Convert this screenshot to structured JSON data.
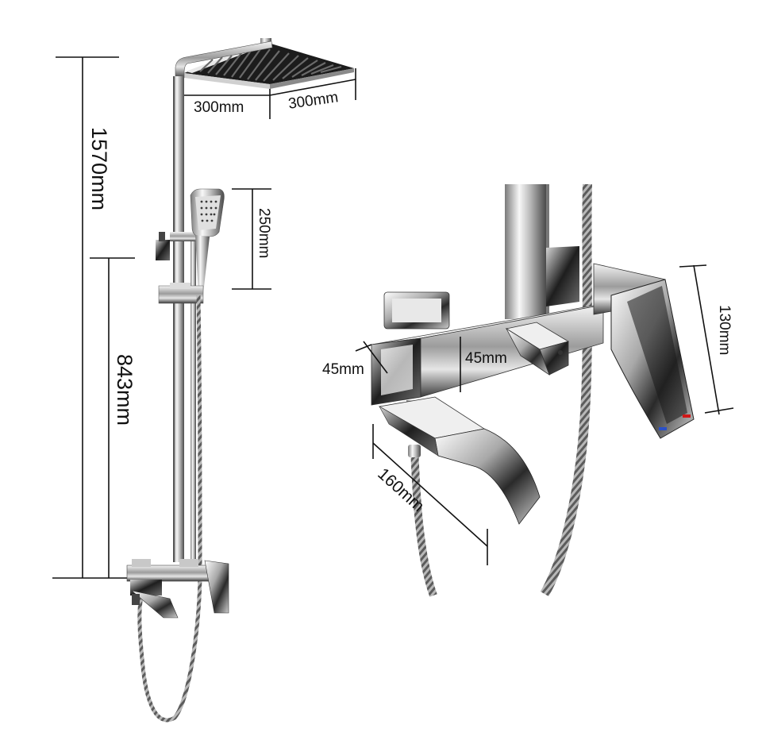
{
  "dimensions": {
    "total_height": "1570mm",
    "valve_height": "843mm",
    "head_width": "300mm",
    "head_depth": "300mm",
    "handheld_length": "250mm",
    "valve_depth": "45mm",
    "valve_body_height": "45mm",
    "handle_height": "130mm",
    "spout_length": "160mm"
  },
  "colors": {
    "chrome_dark": "#1c1c1c",
    "chrome_mid": "#8a8a8a",
    "chrome_light": "#f2f2f2",
    "accent_red": "#d01818",
    "accent_blue": "#2a50c8"
  }
}
